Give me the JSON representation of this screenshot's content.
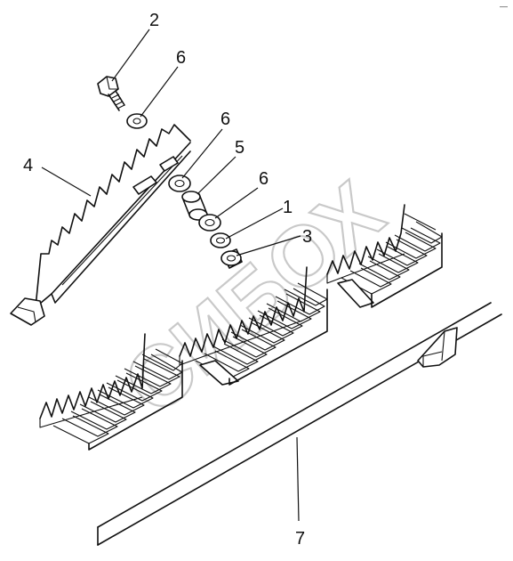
{
  "diagram": {
    "corner_mark": "—",
    "watermark": "СИБОХ",
    "callouts": [
      {
        "id": "2",
        "label": "2"
      },
      {
        "id": "6a",
        "label": "6"
      },
      {
        "id": "6b",
        "label": "6"
      },
      {
        "id": "4",
        "label": "4"
      },
      {
        "id": "5",
        "label": "5"
      },
      {
        "id": "6c",
        "label": "6"
      },
      {
        "id": "1",
        "label": "1"
      },
      {
        "id": "3",
        "label": "3"
      },
      {
        "id": "7",
        "label": "7"
      }
    ],
    "parts": [
      {
        "name": "bolt",
        "callout": "2"
      },
      {
        "name": "washer",
        "callout": "6"
      },
      {
        "name": "finger-guard",
        "callout": "4"
      },
      {
        "name": "spacer",
        "callout": "5"
      },
      {
        "name": "nut",
        "callout": "1"
      },
      {
        "name": "lock-nut",
        "callout": "3"
      },
      {
        "name": "cutter-bar",
        "callout": "7"
      }
    ]
  }
}
